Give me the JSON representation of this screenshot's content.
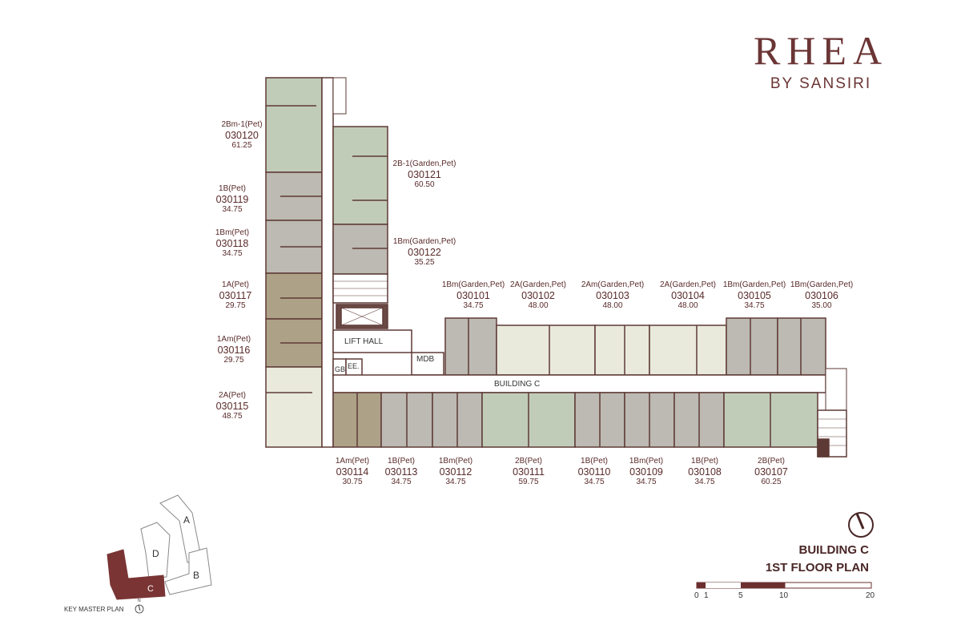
{
  "brand": {
    "name": "RHEA",
    "sub": "BY SANSIRI"
  },
  "title": {
    "line1": "BUILDING C",
    "line2": "1ST FLOOR PLAN"
  },
  "scale": {
    "ticks": [
      "0",
      "1",
      "5",
      "10",
      "20"
    ]
  },
  "key_plan": {
    "label": "KEY MASTER PLAN",
    "north": "N",
    "buildings": [
      "A",
      "B",
      "C",
      "D"
    ]
  },
  "plan_labels": {
    "lift_hall": "LIFT HALL",
    "mdb": "MDB",
    "gb": "GB",
    "ee": "EE.",
    "corridor": "BUILDING C"
  },
  "units": [
    {
      "type": "2Bm-1(Pet)",
      "code": "030120",
      "area": "61.25"
    },
    {
      "type": "2B-1(Garden,Pet)",
      "code": "030121",
      "area": "60.50"
    },
    {
      "type": "1B(Pet)",
      "code": "030119",
      "area": "34.75"
    },
    {
      "type": "1Bm(Pet)",
      "code": "030118",
      "area": "34.75"
    },
    {
      "type": "1Bm(Garden,Pet)",
      "code": "030122",
      "area": "35.25"
    },
    {
      "type": "1A(Pet)",
      "code": "030117",
      "area": "29.75"
    },
    {
      "type": "1Am(Pet)",
      "code": "030116",
      "area": "29.75"
    },
    {
      "type": "2A(Pet)",
      "code": "030115",
      "area": "48.75"
    },
    {
      "type": "1Bm(Garden,Pet)",
      "code": "030101",
      "area": "34.75"
    },
    {
      "type": "2A(Garden,Pet)",
      "code": "030102",
      "area": "48.00"
    },
    {
      "type": "2Am(Garden,Pet)",
      "code": "030103",
      "area": "48.00"
    },
    {
      "type": "2A(Garden,Pet)",
      "code": "030104",
      "area": "48.00"
    },
    {
      "type": "1Bm(Garden,Pet)",
      "code": "030105",
      "area": "34.75"
    },
    {
      "type": "1Bm(Garden,Pet)",
      "code": "030106",
      "area": "35.00"
    },
    {
      "type": "1Am(Pet)",
      "code": "030114",
      "area": "30.75"
    },
    {
      "type": "1B(Pet)",
      "code": "030113",
      "area": "34.75"
    },
    {
      "type": "1Bm(Pet)",
      "code": "030112",
      "area": "34.75"
    },
    {
      "type": "2B(Pet)",
      "code": "030111",
      "area": "59.75"
    },
    {
      "type": "1B(Pet)",
      "code": "030110",
      "area": "34.75"
    },
    {
      "type": "1Bm(Pet)",
      "code": "030109",
      "area": "34.75"
    },
    {
      "type": "1B(Pet)",
      "code": "030108",
      "area": "34.75"
    },
    {
      "type": "2B(Pet)",
      "code": "030107",
      "area": "60.25"
    }
  ],
  "colors": {
    "accent": "#6b2f2f",
    "key_dark": "#7a3434",
    "green": "#c1ccb8",
    "cream": "#e9eadb",
    "grey": "#bcbab2",
    "olive": "#ada288",
    "wall": "#5e3a36"
  }
}
